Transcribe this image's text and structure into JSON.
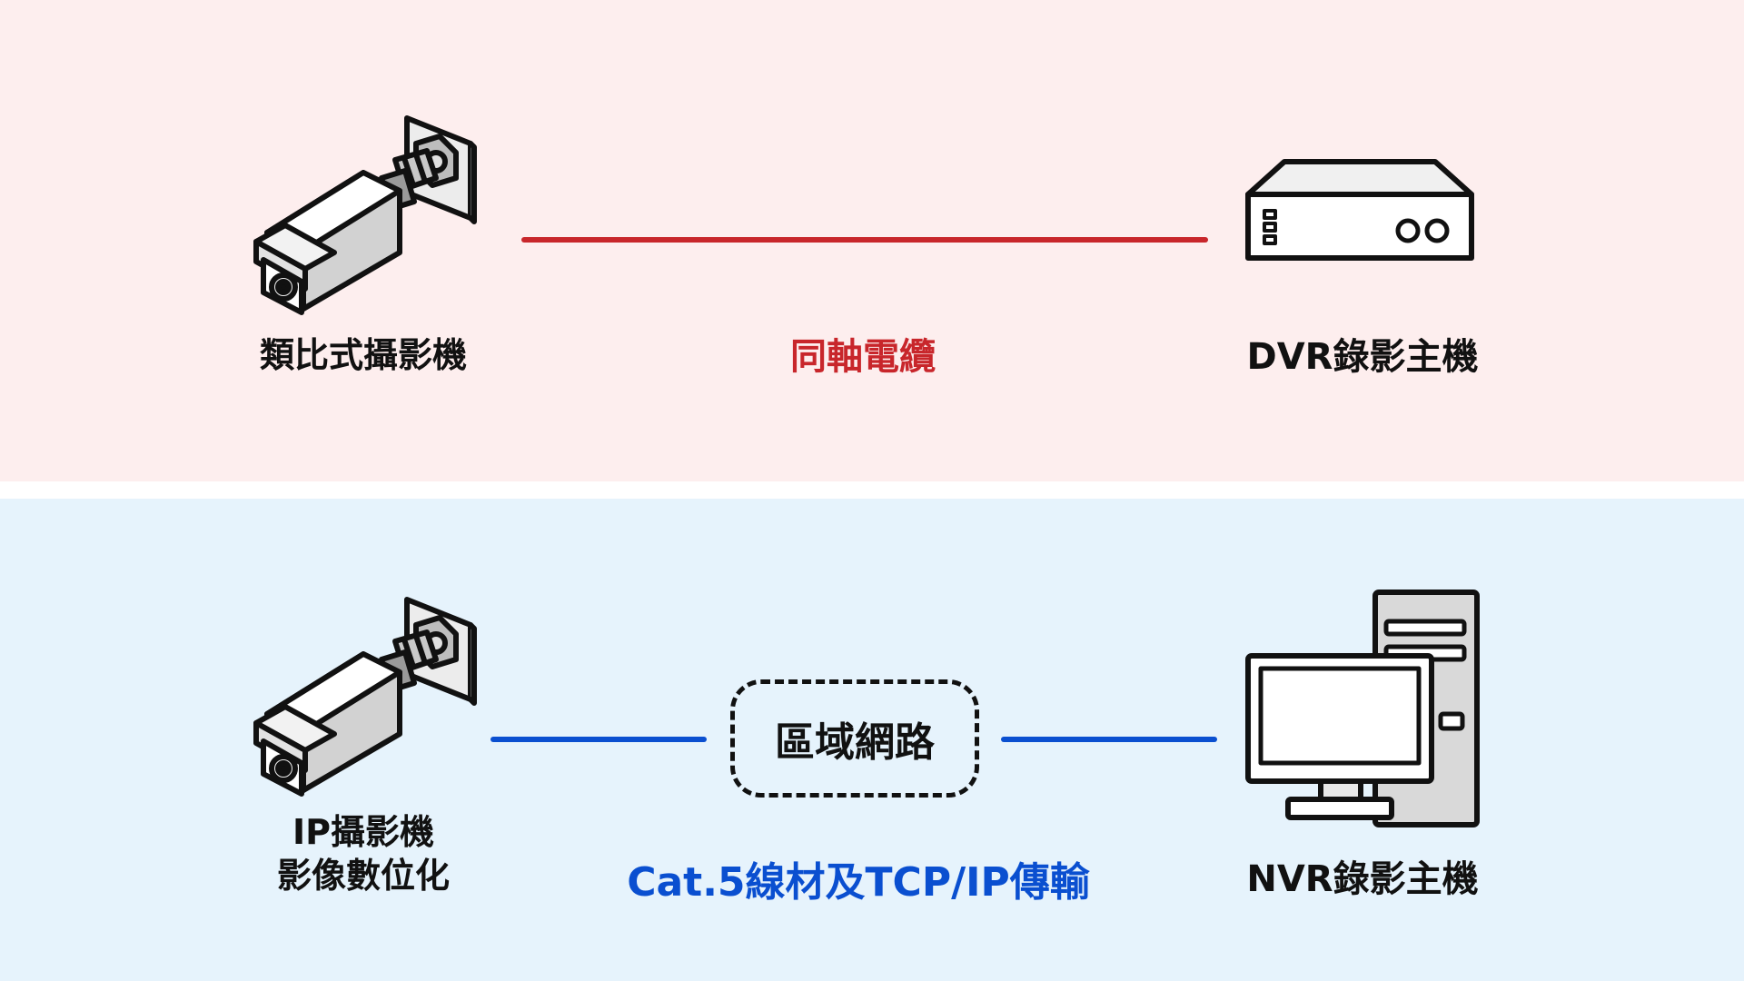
{
  "colors": {
    "analog_panel_bg": "#fdeeee",
    "ip_panel_bg": "#e6f3fc",
    "coax_line": "#c8262b",
    "network_line": "#0a4fd0"
  },
  "analog": {
    "camera_label": "類比式攝影機",
    "cable_label": "同軸電纜",
    "recorder_label": "DVR錄影主機"
  },
  "ip": {
    "camera_label_line1": "IP攝影機",
    "camera_label_line2": "影像數位化",
    "network_label": "區域網路",
    "cable_label": "Cat.5線材及TCP/IP傳輸",
    "recorder_label": "NVR錄影主機"
  },
  "icons": {
    "analog_camera": "cctv-camera-icon",
    "dvr": "dvr-box-icon",
    "ip_camera": "cctv-camera-icon",
    "nvr": "desktop-computer-icon"
  }
}
